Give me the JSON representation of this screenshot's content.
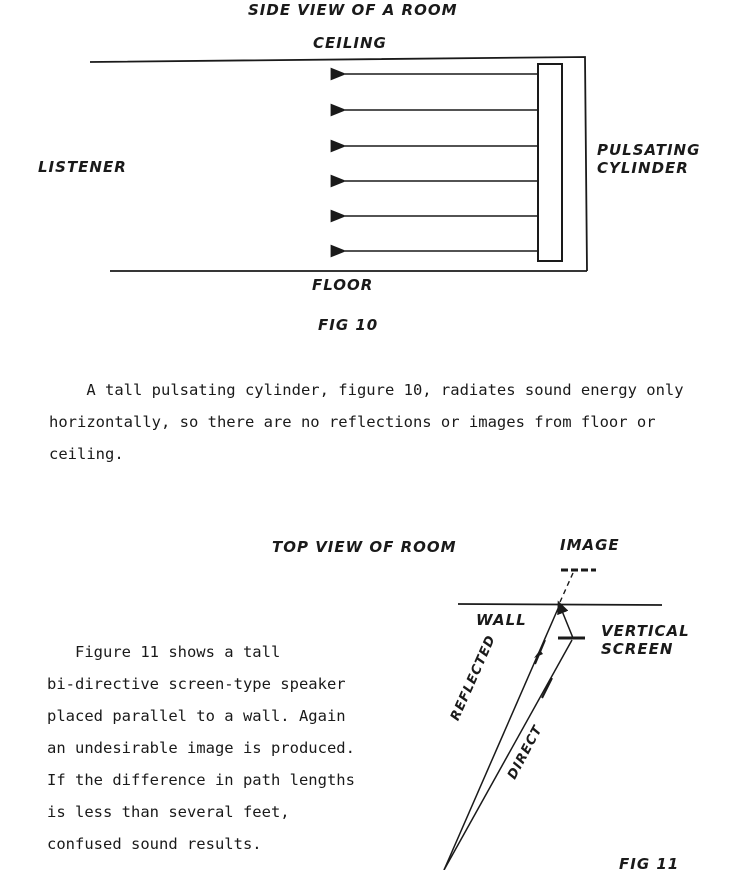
{
  "fig10": {
    "title": "SIDE VIEW OF A ROOM",
    "ceiling": "CEILING",
    "listener": "LISTENER",
    "source_line1": "PULSATING",
    "source_line2": "CYLINDER",
    "floor": "FLOOR",
    "caption": "FIG 10"
  },
  "paragraph1": {
    "lines": [
      "    A tall pulsating cylinder, figure 10, radiates sound energy only",
      "horizontally, so there are no reflections or images from floor or",
      "ceiling."
    ]
  },
  "fig11": {
    "title": "TOP VIEW OF ROOM",
    "image": "IMAGE",
    "wall": "WALL",
    "screen_line1": "VERTICAL",
    "screen_line2": "SCREEN",
    "reflected": "REFLECTED",
    "direct": "DIRECT",
    "caption": "FIG 11"
  },
  "paragraph2": {
    "lines": [
      "   Figure 11 shows a tall",
      "bi-directive screen-type speaker",
      "placed parallel to a wall. Again",
      "an undesirable image is produced.",
      "If the difference in path lengths",
      "is less than several feet,",
      "confused sound results."
    ]
  }
}
